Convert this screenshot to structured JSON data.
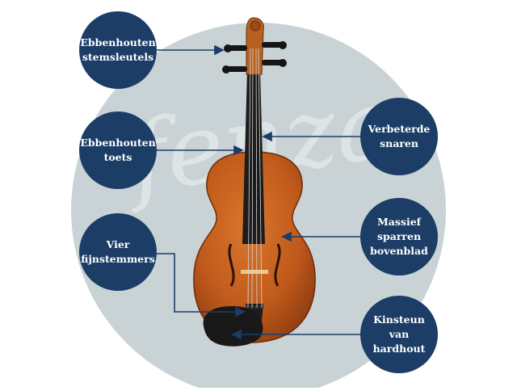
{
  "watermark": "fenza",
  "labels": {
    "pegs": [
      "Ebbenhouten",
      "stemsleutels"
    ],
    "fingerboard": [
      "Ebbenhouten",
      "toets"
    ],
    "tuners": [
      "Vier",
      "fijnstemmers"
    ],
    "strings": [
      "Verbeterde",
      "snaren"
    ],
    "top": [
      "Massief",
      "sparren",
      "bovenblad"
    ],
    "chinrest": [
      "Kinsteun van",
      "hardhout"
    ]
  },
  "colors": {
    "bubble": "#1c3d66",
    "circle_bg": "#c9d3d6",
    "pointer": "#1c3d66",
    "violin_body": "#c05a1c",
    "ebony": "#1c1c1c"
  }
}
